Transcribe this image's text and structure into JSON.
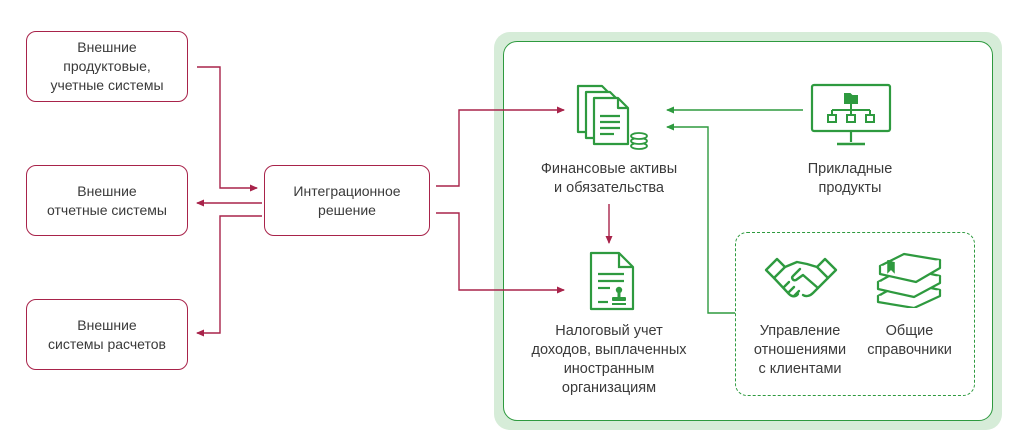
{
  "external": {
    "product_systems": "Внешние\nпродуктовые,\nучетные системы",
    "reporting_systems": "Внешние\nотчетные системы",
    "settlement_systems": "Внешние\nсистемы расчетов"
  },
  "integration": {
    "label": "Интеграционное\nрешение"
  },
  "nodes": {
    "financial_assets": "Финансовые активы\nи обязательства",
    "applied_products": "Прикладные\nпродукты",
    "tax_accounting": "Налоговый учет\nдоходов, выплаченных\nиностранным\nорганизациям",
    "crm": "Управление\nотношениями\nс клиентами",
    "reference_books": "Общие\nсправочники"
  },
  "icons": {
    "financial_assets": "documents-coins-icon",
    "applied_products": "monitor-org-chart-icon",
    "tax_accounting": "stamped-document-icon",
    "crm": "handshake-icon",
    "reference_books": "books-icon"
  },
  "colors": {
    "red": "#a8234a",
    "green": "#2e9a3f",
    "green_bg": "#d6ecd8",
    "text": "#3a3a3a"
  }
}
